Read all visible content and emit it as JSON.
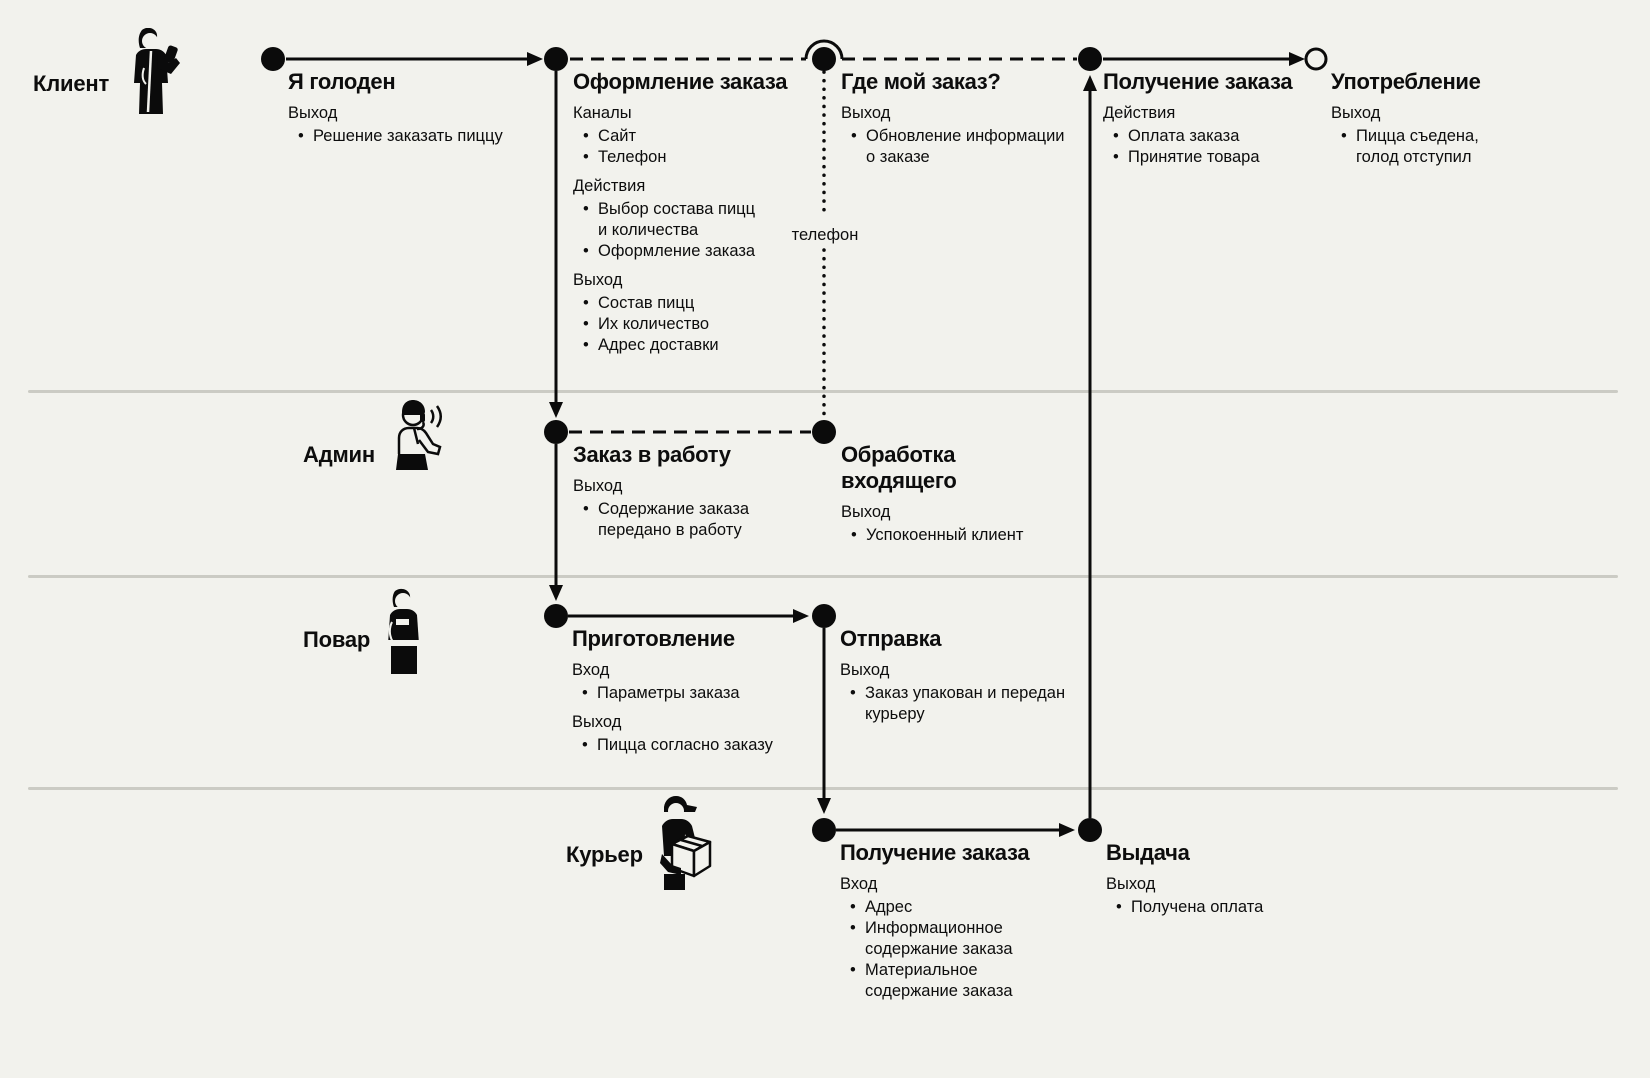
{
  "colors": {
    "background": "#f2f2ed",
    "ink": "#0b0b0b",
    "divider": "#cbcbc4"
  },
  "actors": [
    {
      "name": "Клиент",
      "icon": "client-phone-icon"
    },
    {
      "name": "Админ",
      "icon": "admin-headset-icon"
    },
    {
      "name": "Повар",
      "icon": "cook-apron-icon"
    },
    {
      "name": "Курьер",
      "icon": "courier-box-icon"
    }
  ],
  "annotations": {
    "phone_label": "телефон"
  },
  "stages": [
    {
      "id": "ya-goloden",
      "actor": "Клиент",
      "title": "Я голоден",
      "sections": [
        {
          "label": "Выход",
          "items": [
            "Решение заказать пиццу"
          ]
        }
      ]
    },
    {
      "id": "oformlenie-zakaza",
      "actor": "Клиент",
      "title": "Оформление заказа",
      "sections": [
        {
          "label": "Каналы",
          "items": [
            "Сайт",
            "Телефон"
          ]
        },
        {
          "label": "Действия",
          "items": [
            "Выбор состава пицц\nи количества",
            "Оформление заказа"
          ]
        },
        {
          "label": "Выход",
          "items": [
            "Состав пицц",
            "Их количество",
            "Адрес доставки"
          ]
        }
      ]
    },
    {
      "id": "gde-moy-zakaz",
      "actor": "Клиент",
      "title": "Где мой заказ?",
      "sections": [
        {
          "label": "Выход",
          "items": [
            "Обновление информации\nо заказе"
          ]
        }
      ]
    },
    {
      "id": "poluchenie-zakaza-klient",
      "actor": "Клиент",
      "title": "Получение заказа",
      "sections": [
        {
          "label": "Действия",
          "items": [
            "Оплата заказа",
            "Принятие товара"
          ]
        }
      ]
    },
    {
      "id": "upotreblenie",
      "actor": "Клиент",
      "title": "Употребление",
      "sections": [
        {
          "label": "Выход",
          "items": [
            "Пицца съедена,\nголод отступил"
          ]
        }
      ]
    },
    {
      "id": "zakaz-v-rabotu",
      "actor": "Админ",
      "title": "Заказ в работу",
      "sections": [
        {
          "label": "Выход",
          "items": [
            "Содержание заказа\nпередано в работу"
          ]
        }
      ]
    },
    {
      "id": "obrabotka-vhodyaschego",
      "actor": "Админ",
      "title": "Обработка\nвходящего",
      "sections": [
        {
          "label": "Выход",
          "items": [
            "Успокоенный клиент"
          ]
        }
      ]
    },
    {
      "id": "prigotovlenie",
      "actor": "Повар",
      "title": "Приготовление",
      "sections": [
        {
          "label": "Вход",
          "items": [
            "Параметры заказа"
          ]
        },
        {
          "label": "Выход",
          "items": [
            "Пицца согласно заказу"
          ]
        }
      ]
    },
    {
      "id": "otpravka",
      "actor": "Повар",
      "title": "Отправка",
      "sections": [
        {
          "label": "Выход",
          "items": [
            "Заказ упакован и передан\nкурьеру"
          ]
        }
      ]
    },
    {
      "id": "poluchenie-zakaza-kurier",
      "actor": "Курьер",
      "title": "Получение заказа",
      "sections": [
        {
          "label": "Вход",
          "items": [
            "Адрес",
            "Информационное\nсодержание заказа",
            "Материальное\nсодержание заказа"
          ]
        }
      ]
    },
    {
      "id": "vydacha",
      "actor": "Курьер",
      "title": "Выдача",
      "sections": [
        {
          "label": "Выход",
          "items": [
            "Получена оплата"
          ]
        }
      ]
    }
  ]
}
